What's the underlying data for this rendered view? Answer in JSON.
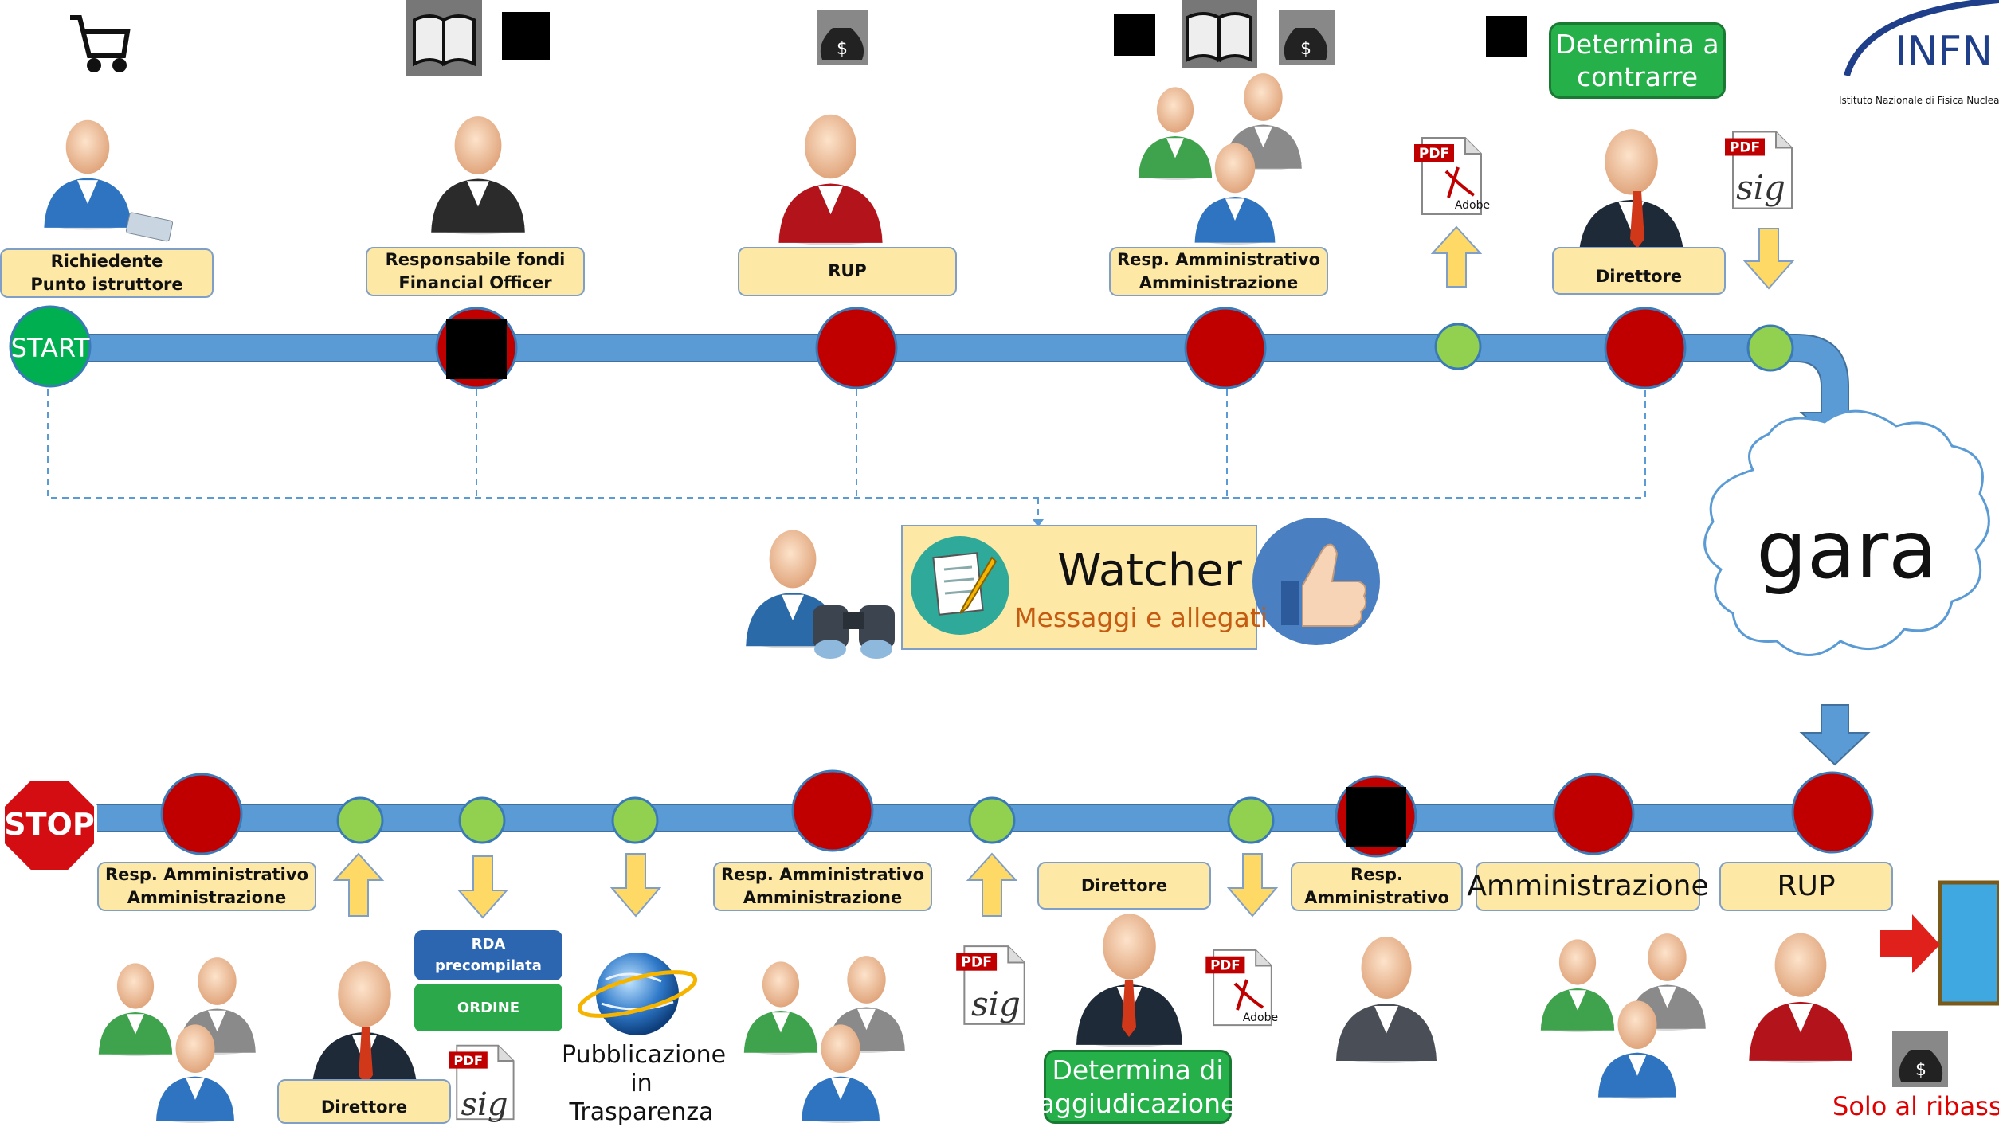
{
  "colors": {
    "timeline": "#5b9bd5",
    "node_red": "#c00000",
    "node_green": "#92d050",
    "start_green": "#00b050",
    "label_fill": "#fde9a5",
    "label_border": "#7f9fc8",
    "accent_orange": "#c55a11",
    "stop_red": "#d40d12",
    "arrow_yellow": "#ffd966"
  },
  "logo": {
    "text": "INFN",
    "subtitle": "Istituto Nazionale di Fisica Nucleare"
  },
  "start": {
    "label": "START"
  },
  "stop": {
    "label": "STOP"
  },
  "top_labels": {
    "richiedente": "Richiedente\nPunto istruttore",
    "responsabile": "Responsabile fondi\nFinancial Officer",
    "rup": "RUP",
    "resp_amm": "Resp. Amministrativo\nAmministrazione",
    "direttore": "Direttore"
  },
  "top_buttons": {
    "determina_contrarre": "Determina a\ncontrarre"
  },
  "watcher": {
    "title": "Watcher",
    "subtitle": "Messaggi e allegati"
  },
  "gara": {
    "label": "gara"
  },
  "bottom_labels": {
    "resp_amm_1": "Resp. Amministrativo\nAmministrazione",
    "direttore_1": "Direttore",
    "resp_amm_2": "Resp. Amministrativo\nAmministrazione",
    "direttore_2": "Direttore",
    "resp_amm_3": "Resp.\nAmministrativo",
    "amministrazione": "Amministrazione",
    "rup": "RUP"
  },
  "bottom_buttons": {
    "rda": "RDA\nprecompilata",
    "ordine": "ORDINE",
    "determina_aggiudicazione": "Determina di\naggiudicazione"
  },
  "pubblicazione": "Pubblicazione\nin Trasparenza",
  "solo_ribasso": "Solo al ribasso",
  "icons": {
    "pdf": "PDF",
    "adobe": "Adobe",
    "sig": "sig",
    "dollar": "$"
  }
}
